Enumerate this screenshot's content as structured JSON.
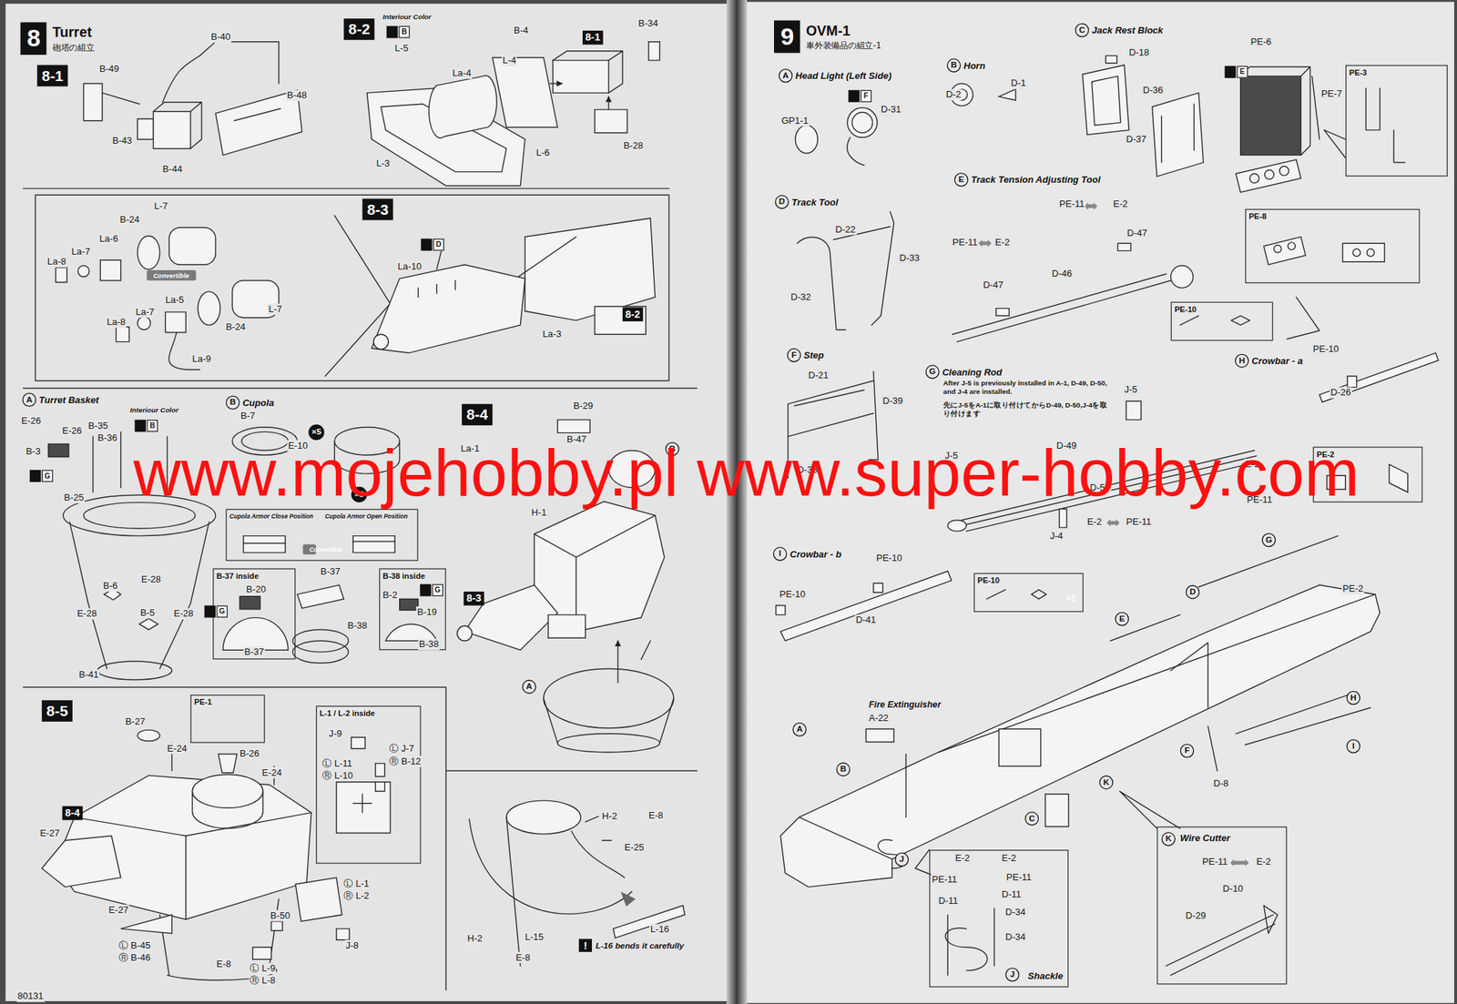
{
  "diagram": {
    "nodes": [
      {
        "text": [
          "8",
          "Turret",
          "砲塔の組立"
        ]
      },
      {
        "text": [
          "8-1"
        ]
      },
      {
        "text": [
          "8-2"
        ]
      },
      {
        "text": [
          "8-1"
        ]
      },
      {
        "text": [
          "8-3"
        ]
      },
      {
        "text": [
          "Convertible"
        ]
      },
      {
        "text": [
          "8-2"
        ]
      },
      {
        "text": [
          "A",
          "Turret Basket"
        ]
      },
      {
        "text": [
          "B",
          "Cupola"
        ]
      },
      {
        "text": [
          "×5"
        ]
      },
      {
        "text": [
          "×5"
        ]
      },
      {
        "text": [
          "Cupola Armor Close Position",
          "Cupola Armor Open Position"
        ]
      },
      {
        "text": [
          "Convertible"
        ],
        "in": 11
      },
      {
        "text": [
          "8-4"
        ]
      },
      {
        "text": [
          "B-37 inside"
        ]
      },
      {
        "text": [
          "B-38 inside"
        ]
      },
      {
        "text": [
          "8-3"
        ]
      },
      {
        "text": [
          "A"
        ]
      },
      {
        "text": [
          "B"
        ]
      },
      {
        "text": [
          "8-5"
        ]
      },
      {
        "text": [
          "PE-1"
        ]
      },
      {
        "text": [
          "L-1 / L-2 inside"
        ]
      },
      {
        "text": [
          "8-4"
        ]
      },
      {
        "text": [
          "!",
          "L-16 bends it carefully"
        ]
      },
      {
        "text": [
          "9",
          "OVM-1",
          "車外装備品の組立-1"
        ]
      },
      {
        "text": [
          "A",
          "Head Light (Left Side)"
        ]
      },
      {
        "text": [
          "B",
          "Horn"
        ]
      },
      {
        "text": [
          "C",
          "Jack Rest Block"
        ]
      },
      {
        "text": [
          "PE-3"
        ]
      },
      {
        "text": [
          "D",
          "Track Tool"
        ]
      },
      {
        "text": [
          "E",
          "Track Tension Adjusting Tool"
        ]
      },
      {
        "text": [
          "PE-8"
        ]
      },
      {
        "text": [
          "PE-10"
        ]
      },
      {
        "text": [
          "H",
          "Crowbar - a"
        ]
      },
      {
        "text": [
          "F",
          "Step"
        ]
      },
      {
        "text": [
          "G",
          "Cleaning Rod"
        ]
      },
      {
        "text": [
          "PE-2"
        ]
      },
      {
        "text": [
          "I",
          "Crowbar - b"
        ]
      },
      {
        "text": [
          "PE-10"
        ]
      },
      {
        "text": [
          "×2"
        ],
        "in": 38
      },
      {
        "text": [
          "G"
        ]
      },
      {
        "text": [
          "D"
        ]
      },
      {
        "text": [
          "E"
        ]
      },
      {
        "text": [
          "H"
        ]
      },
      {
        "text": [
          "F"
        ]
      },
      {
        "text": [
          "I"
        ]
      },
      {
        "text": [
          "K"
        ]
      },
      {
        "text": [
          "C"
        ]
      },
      {
        "text": [
          "A"
        ]
      },
      {
        "text": [
          "B"
        ]
      },
      {
        "text": [
          "J"
        ]
      },
      {
        "text": [
          "K",
          "Wire Cutter"
        ]
      },
      {
        "text": [
          "J",
          "Shackle"
        ]
      }
    ],
    "labels": [
      "B-40",
      "B-49",
      "B-48",
      "B-43",
      "B-44",
      "Interiour Color",
      "B",
      "L-5",
      "La-4",
      "L-4",
      "B-4",
      "B-34",
      "B-28",
      "L-3",
      "L-6",
      "L-7",
      "B-24",
      "La-6",
      "La-7",
      "La-8",
      "La-7",
      "La-5",
      "La-8",
      "B-24",
      "L-7",
      "La-9",
      "D",
      "La-10",
      "La-3",
      "Interiour Color",
      "B",
      "E-26",
      "E-26",
      "B-35",
      "B-36",
      "B-3",
      "G",
      "B-25",
      "E-28",
      "B-6",
      "E-28",
      "B-5",
      "E-28",
      "B-41",
      "B-7",
      "E-10",
      "B-37",
      "B-20",
      "G",
      "B-37",
      "B-38",
      "B-2",
      "G",
      "B-19",
      "B-38",
      "B-29",
      "B-47",
      "La-1",
      "H-1",
      "B-27",
      "E-24",
      "B-26",
      "E-24",
      "E-27",
      "E-27",
      "B-50",
      "J-8",
      "Ⓛ L-1",
      "Ⓡ L-2",
      "Ⓛ B-45",
      "Ⓡ B-46",
      "E-8",
      "Ⓛ L-9",
      "Ⓡ L-8",
      "J-9",
      "Ⓛ J-7",
      "Ⓡ B-12",
      "Ⓛ L-11",
      "Ⓡ L-10",
      "H-2",
      "E-8",
      "E-25",
      "L-15",
      "H-2",
      "E-8",
      "L-16",
      "80131",
      "GP1-1",
      "F",
      "D-31",
      "D-2",
      "D-1",
      "D-18",
      "D-36",
      "D-37",
      "PE-6",
      "E",
      "PE-7",
      "D-22",
      "D-33",
      "D-32",
      "PE-11",
      "E-2",
      "PE-11",
      "E-2",
      "D-47",
      "D-47",
      "D-46",
      "PE-10",
      "D-26",
      "D-21",
      "D-39",
      "D-38",
      "After J-5 is previously installed in A-1, D-49, D-50, and J-4 are installed.",
      "先にJ-5をA-1に取り付けてからD-49, D-50,J-4を取り付けます",
      "J-5",
      "J-5",
      "D-49",
      "D-50",
      "J-4",
      "E-2",
      "PE-11",
      "E-2",
      "PE-11",
      "PE-10",
      "PE-10",
      "D-41",
      "Fire Extinguisher",
      "A-22",
      "D-8",
      "E-2",
      "E-2",
      "PE-11",
      "PE-11",
      "D-11",
      "D-11",
      "D-34",
      "D-34",
      "PE-11",
      "E-2",
      "D-10",
      "D-29",
      "www.mojehobby.pl www.super-hobby.com",
      "PE-2"
    ]
  }
}
